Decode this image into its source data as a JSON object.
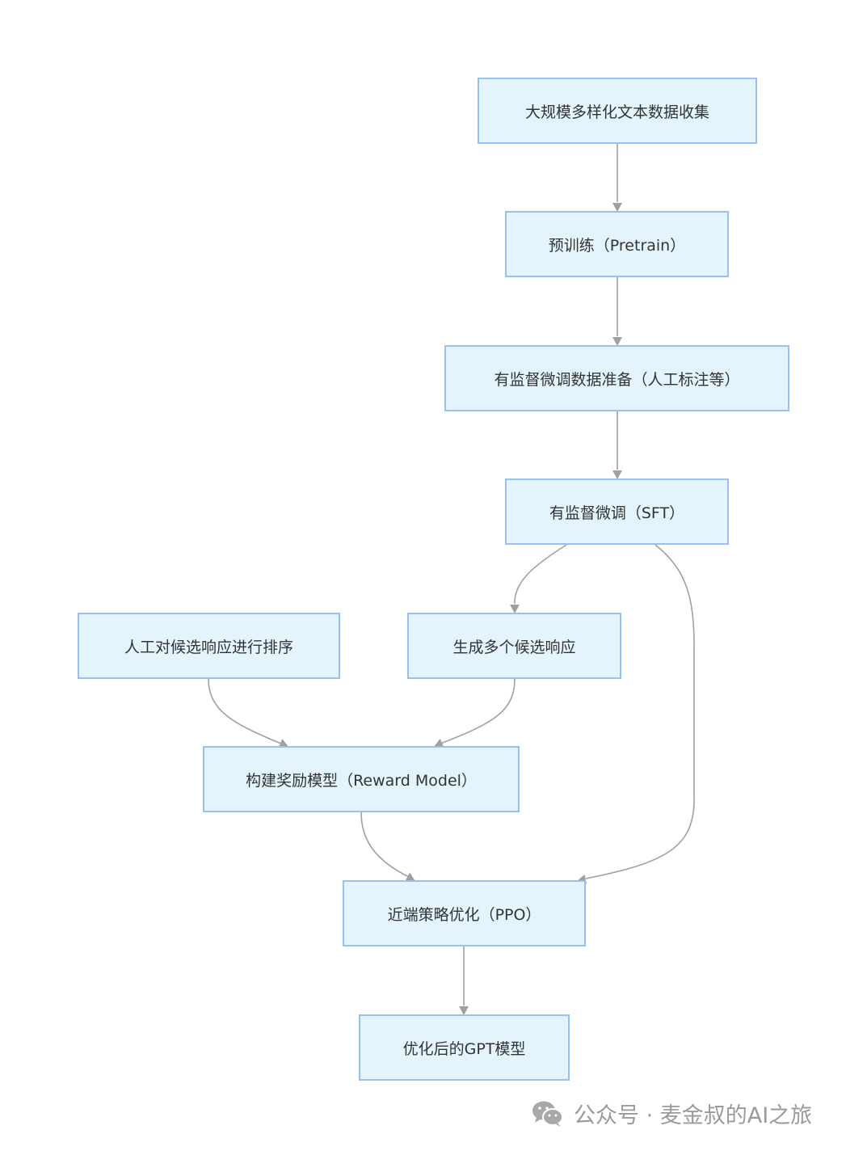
{
  "nodes": {
    "collect": "大规模多样化文本数据收集",
    "pretrain": "预训练（Pretrain）",
    "sft_data": "有监督微调数据准备（人工标注等）",
    "sft": "有监督微调（SFT）",
    "human_rank": "人工对候选响应进行排序",
    "generate": "生成多个候选响应",
    "reward_model": "构建奖励模型（Reward Model）",
    "ppo": "近端策略优化（PPO）",
    "final": "优化后的GPT模型"
  },
  "edges": [
    {
      "from": "collect",
      "to": "pretrain"
    },
    {
      "from": "pretrain",
      "to": "sft_data"
    },
    {
      "from": "sft_data",
      "to": "sft"
    },
    {
      "from": "sft",
      "to": "generate"
    },
    {
      "from": "sft",
      "to": "ppo"
    },
    {
      "from": "human_rank",
      "to": "reward_model"
    },
    {
      "from": "generate",
      "to": "reward_model"
    },
    {
      "from": "reward_model",
      "to": "ppo"
    },
    {
      "from": "ppo",
      "to": "final"
    }
  ],
  "watermark": {
    "icon": "wechat-icon",
    "text": "公众号 · 麦金叔的AI之旅"
  },
  "colors": {
    "node_fill": "#e3f4fd",
    "node_border": "#9ac0f2",
    "edge": "#a0a0a0",
    "text": "#333333",
    "watermark": "#9a9a9a"
  }
}
